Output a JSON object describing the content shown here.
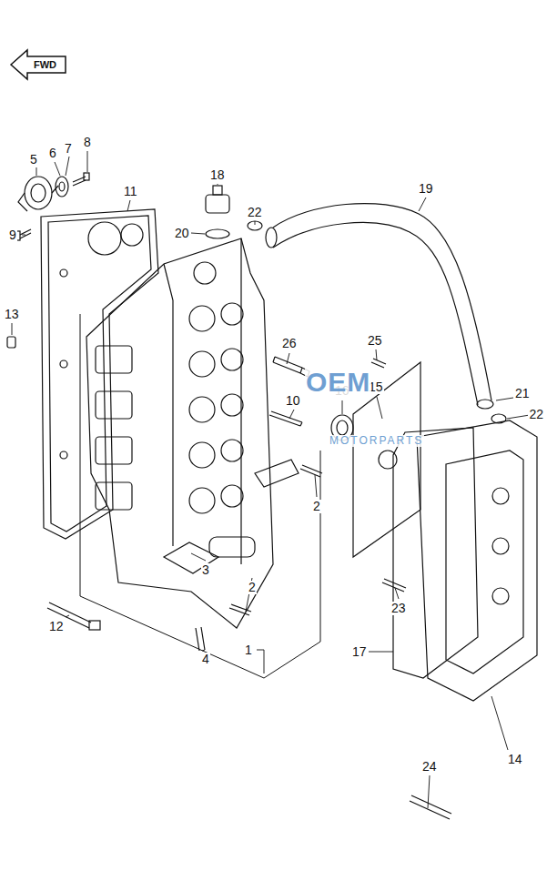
{
  "diagram": {
    "labels": [
      "FWD",
      "5",
      "6",
      "7",
      "8",
      "9",
      "11",
      "13",
      "18",
      "20",
      "22",
      "19",
      "26",
      "10",
      "16",
      "15",
      "25",
      "21",
      "22",
      "2",
      "3",
      "2",
      "4",
      "12",
      "1",
      "23",
      "17",
      "14",
      "24",
      "OEM",
      "MOTORPARTS"
    ]
  }
}
